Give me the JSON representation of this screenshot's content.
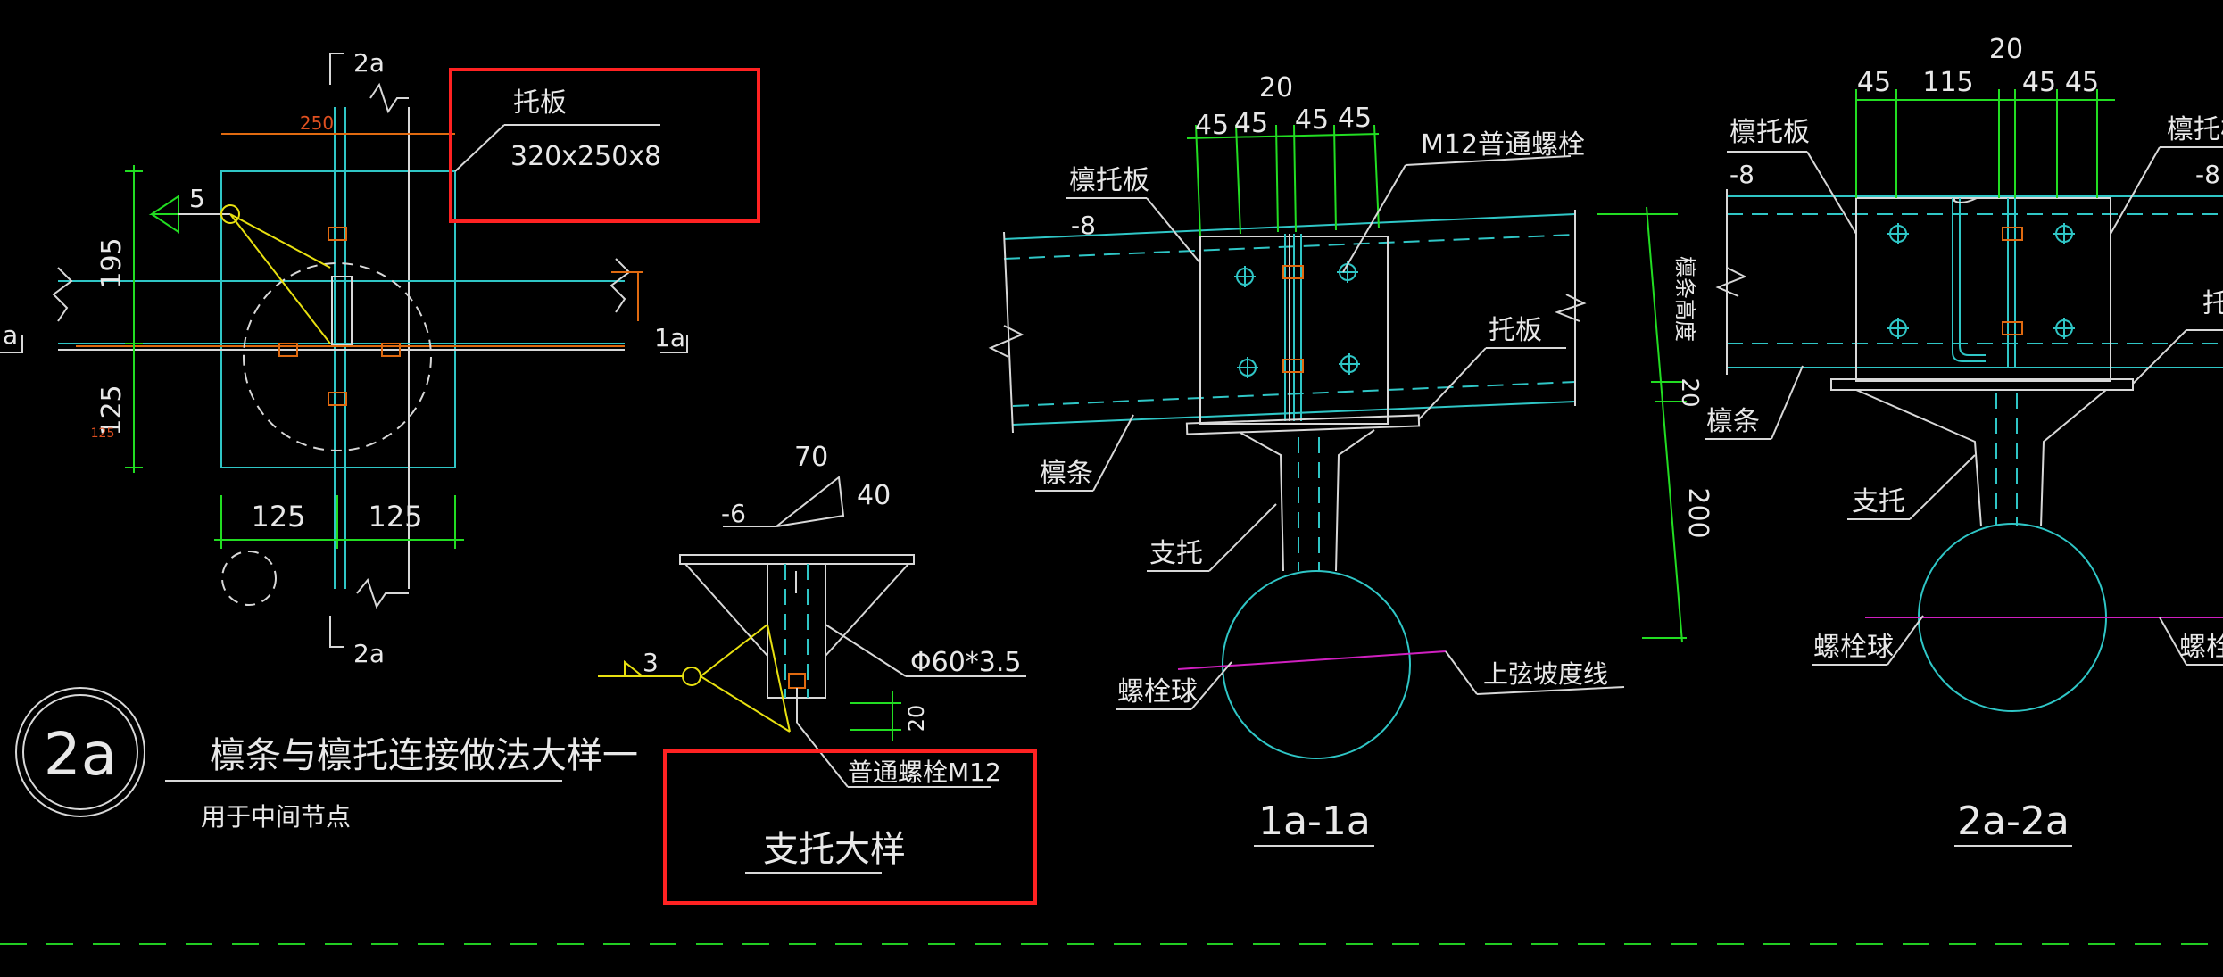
{
  "detail_2a": {
    "section_mark_top": "2a",
    "section_mark_bottom": "2a",
    "section_mark_right": "1a",
    "section_mark_left": "a",
    "dim_top": "250",
    "dim_left_upper": "195",
    "dim_left_lower": "125",
    "dim_left_small": "125",
    "dim_bottom_left": "125",
    "dim_bottom_right": "125",
    "weld_size": "5",
    "plate_callout_label": "托板",
    "plate_callout_spec": "320x250x8",
    "title_symbol": "2a",
    "title": "檩条与檩托连接做法大样一",
    "subtitle": "用于中间节点"
  },
  "support_detail": {
    "weld_leg_1": "70",
    "weld_leg_2": "40",
    "plate_thk": "-6",
    "weld_size": "3",
    "pipe_spec": "Φ60*3.5",
    "dim_20": "20",
    "bolt_label": "普通螺栓M12",
    "title": "支托大样"
  },
  "section_1a": {
    "dim_top": "20",
    "dims_row": [
      "45",
      "45",
      "45",
      "45"
    ],
    "bolt_label": "M12普通螺栓",
    "purlin_support_label": "檩托板",
    "thk_label": "-8",
    "support_plate_label": "托板",
    "height_label": "檩条高度",
    "dim_20": "20",
    "dim_200": "200",
    "purlin_label": "檩条",
    "support_label": "支托",
    "ball_label": "螺栓球",
    "slope_label": "上弦坡度线",
    "title": "1a-1a"
  },
  "section_2a": {
    "dim_top": "20",
    "dims_row": [
      "45",
      "115",
      "45",
      "45"
    ],
    "purlin_support_label_left": "檩托板",
    "purlin_support_label_right": "檩托板",
    "thk_left": "-8",
    "thk_right": "-8",
    "support_plate_label_right": "托",
    "purlin_label": "檩条",
    "support_label": "支托",
    "ball_label_left": "螺栓球",
    "ball_label_right": "螺栓球",
    "title": "2a-2a"
  },
  "colors": {
    "background": "#000000",
    "highlight_box": "#ff2222",
    "cyan": "#2fc6c6",
    "green": "#22dd22",
    "yellow": "#e8e010",
    "orange": "#e06a10",
    "magenta": "#d020c0"
  }
}
